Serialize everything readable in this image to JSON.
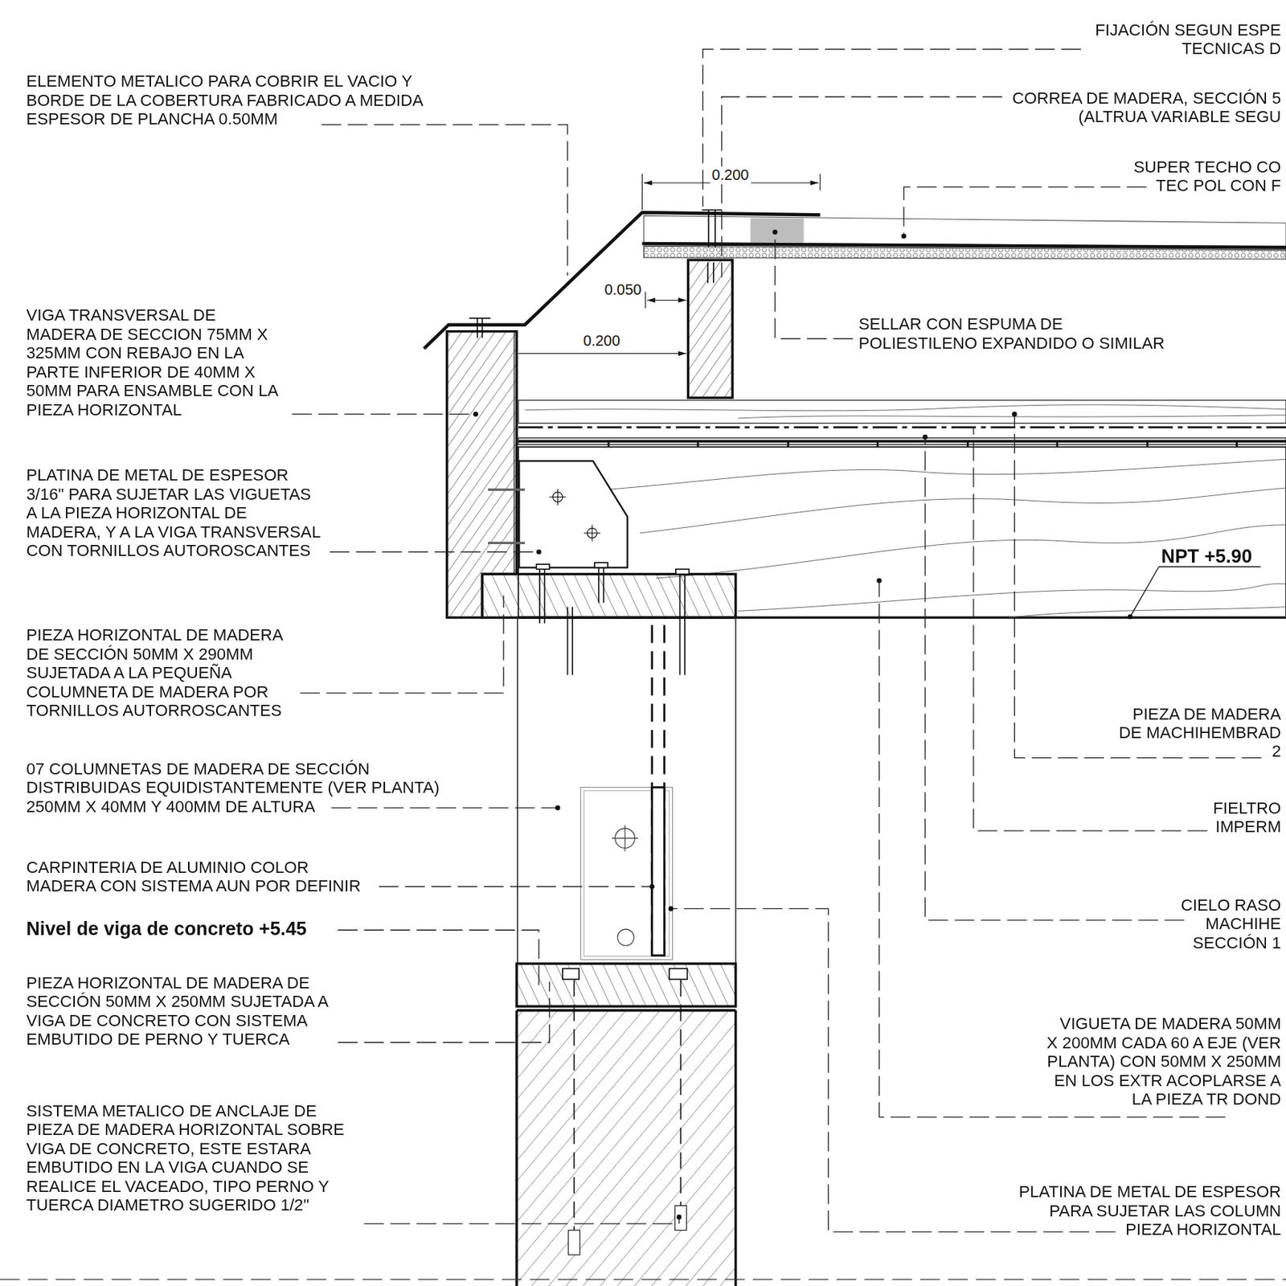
{
  "diagram": {
    "labels": [
      "ELEMENTO METALICO PARA COBRIR EL VACIO Y BORDE DE LA COBERTURA FABRICADO A MEDIDA ESPESOR DE PLANCHA 0.50MM",
      "FIJACIÓN SEGUN ESPE TECNICAS D",
      "CORREA DE MADERA, SECCIÓN 5 (ALTRUA VARIABLE SEGU",
      "SUPER TECHO CO TEC POL CON F",
      "0.200",
      "0.050",
      "VIGA TRANSVERSAL DE MADERA DE SECCION 75MM X 325MM CON REBAJO EN LA PARTE INFERIOR DE 40MM X 50MM PARA ENSAMBLE CON LA PIEZA HORIZONTAL",
      "0.200",
      "SELLAR CON ESPUMA DE POLIESTILENO EXPANDIDO O SIMILAR",
      "PLATINA DE METAL DE ESPESOR 3/16\" PARA SUJETAR LAS VIGUETAS A LA PIEZA HORIZONTAL DE MADERA, Y A LA VIGA TRANSVERSAL CON TORNILLOS AUTOROSCANTES",
      "NPT +5.90",
      "PIEZA HORIZONTAL DE MADERA DE SECCIÓN 50MM X 290MM SUJETADA A LA PEQUEÑA COLUMNETA DE MADERA POR TORNILLOS AUTORROSCANTES",
      "PIEZA DE MADERA DE MACHIHEMBRAD 2",
      "07 COLUMNETAS DE MADERA DE SECCIÓN DISTRIBUIDAS EQUIDISTANTEMENTE (VER PLANTA) 250MM X 40MM Y 400MM DE ALTURA",
      "FIELTRO IMPERM",
      "CARPINTERIA DE ALUMINIO COLOR MADERA CON SISTEMA AUN POR DEFINIR",
      "CIELO RASO MACHIHE SECCIÓN 1",
      "Nivel de viga de concreto +5.45",
      "PIEZA HORIZONTAL DE MADERA DE SECCIÓN 50MM X 250MM SUJETADA A VIGA DE CONCRETO CON SISTEMA EMBUTIDO DE PERNO Y TUERCA",
      "VIGUETA DE MADERA 50MM X 200MM CADA 60 A EJE (VER PLANTA) CON 50MM X 250MM EN LOS EXTR ACOPLARSE A LA PIEZA TR DOND",
      "SISTEMA METALICO DE ANCLAJE DE PIEZA DE MADERA HORIZONTAL SOBRE VIGA DE CONCRETO, ESTE ESTARA EMBUTIDO EN LA VIGA CUANDO SE REALICE EL VACEADO, TIPO PERNO Y TUERCA DIAMETRO SUGERIDO 1/2\"",
      "PLATINA DE METAL DE ESPESOR PARA SUJETAR LAS COLUMN PIEZA HORIZONTAL"
    ]
  }
}
